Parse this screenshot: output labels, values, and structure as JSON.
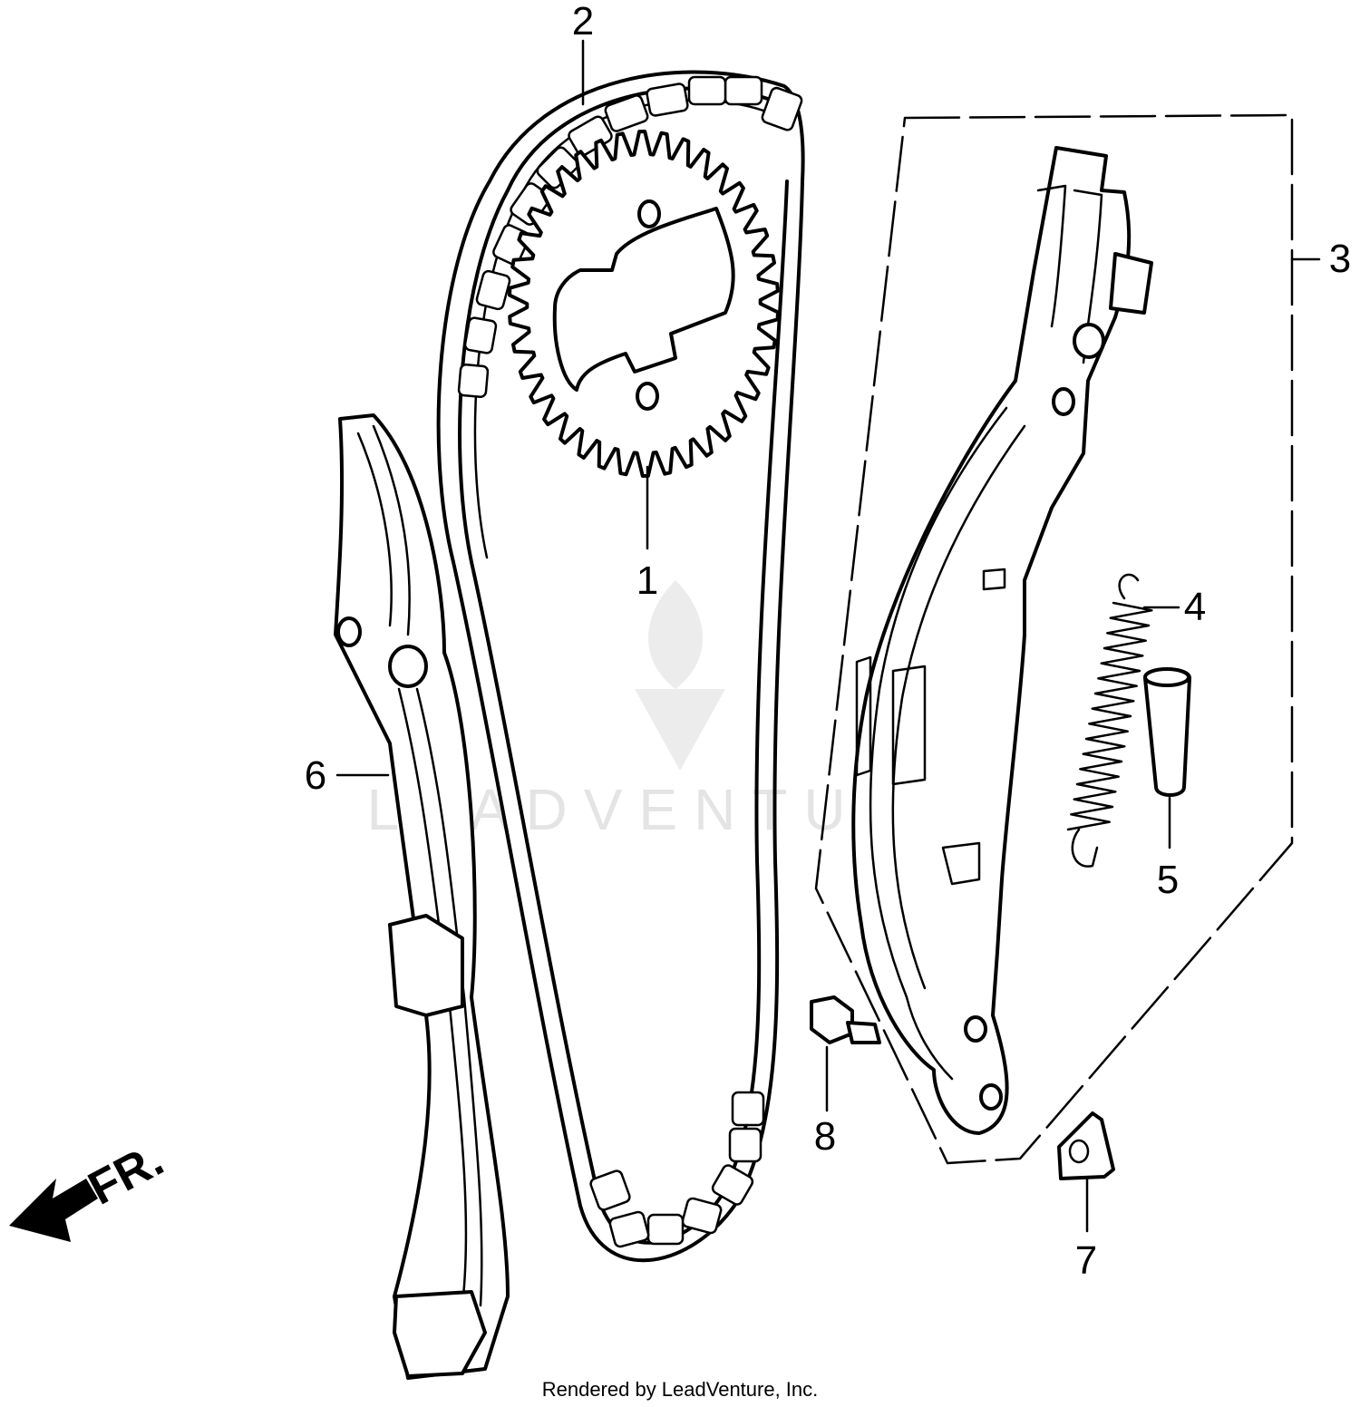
{
  "callouts": [
    {
      "id": "1",
      "label": "1"
    },
    {
      "id": "2",
      "label": "2"
    },
    {
      "id": "3",
      "label": "3"
    },
    {
      "id": "4",
      "label": "4"
    },
    {
      "id": "5",
      "label": "5"
    },
    {
      "id": "6",
      "label": "6"
    },
    {
      "id": "7",
      "label": "7"
    },
    {
      "id": "8",
      "label": "8"
    }
  ],
  "direction_label": "FR.",
  "watermark_text": "LEADVENTURE",
  "credit": "Rendered by LeadVenture, Inc.",
  "colors": {
    "line": "#000000",
    "watermark": "#e4e4e4",
    "background": "#ffffff"
  }
}
